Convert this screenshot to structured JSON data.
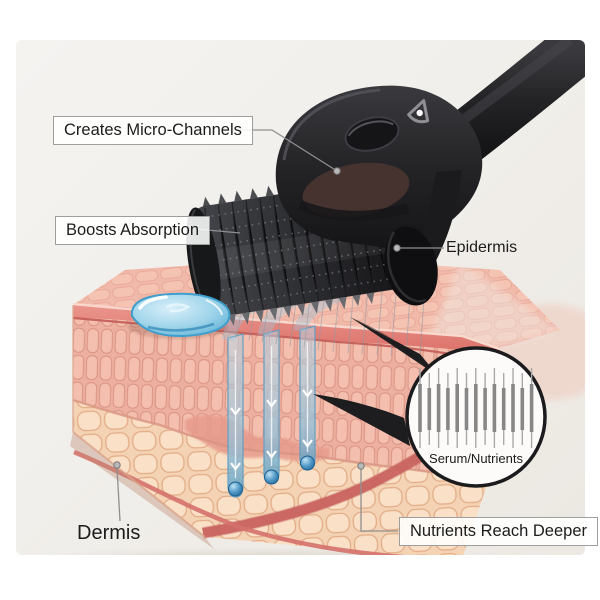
{
  "scene": {
    "type": "product-infographic",
    "subject": "derma micro-needle roller shown rolling over a 3D skin cross-section"
  },
  "labels": {
    "micro_channels": "Creates Micro-Channels",
    "boosts_absorption": "Boosts Absorption",
    "epidermis": "Epidermis",
    "dermis": "Dermis",
    "nutrients_deeper": "Nutrients Reach Deeper"
  },
  "inset": {
    "caption": "Serum/Nutrients",
    "needle_count": 13
  },
  "skin": {
    "micro_channel_count": 3,
    "serum_drop": "blue serum puddle on skin surface"
  },
  "colors": {
    "background": "#ffffff",
    "panel": "#f1efeb",
    "label_border": "#9e9e9e",
    "label_bg": "#ffffff",
    "text": "#1c1c1c",
    "roller_black": "#202023",
    "skin_surface_band": "#df7a70",
    "epidermis_pink": "#f2b9a9",
    "dermis_beige": "#f7dcc3",
    "vessel_red": "#d4716c",
    "serum_blue": "#6db9dc",
    "channel_blue": "#7fb3d4",
    "inset_border": "#1b1b1d",
    "needle_gray": "#8d8d8d",
    "leader_gray": "#8f8f8f"
  }
}
